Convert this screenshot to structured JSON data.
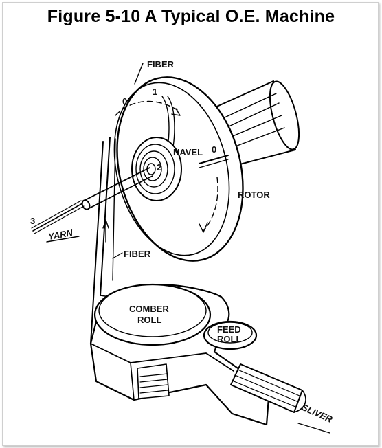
{
  "figure": {
    "title": "Figure 5-10  A Typical O.E. Machine"
  },
  "labels": {
    "fiber_top": "FIBER",
    "fiber_mid": "FIBER",
    "navel": "NAVEL",
    "rotor": "ROTOR",
    "comber_line1": "COMBER",
    "comber_line2": "ROLL",
    "feed_line1": "FEED",
    "feed_line2": "ROLL",
    "yarn": "YARN",
    "sliver": "SLIVER",
    "num_0_top": "0",
    "num_1": "1",
    "num_0_right": "0",
    "num_2": "2",
    "num_3": "3"
  }
}
